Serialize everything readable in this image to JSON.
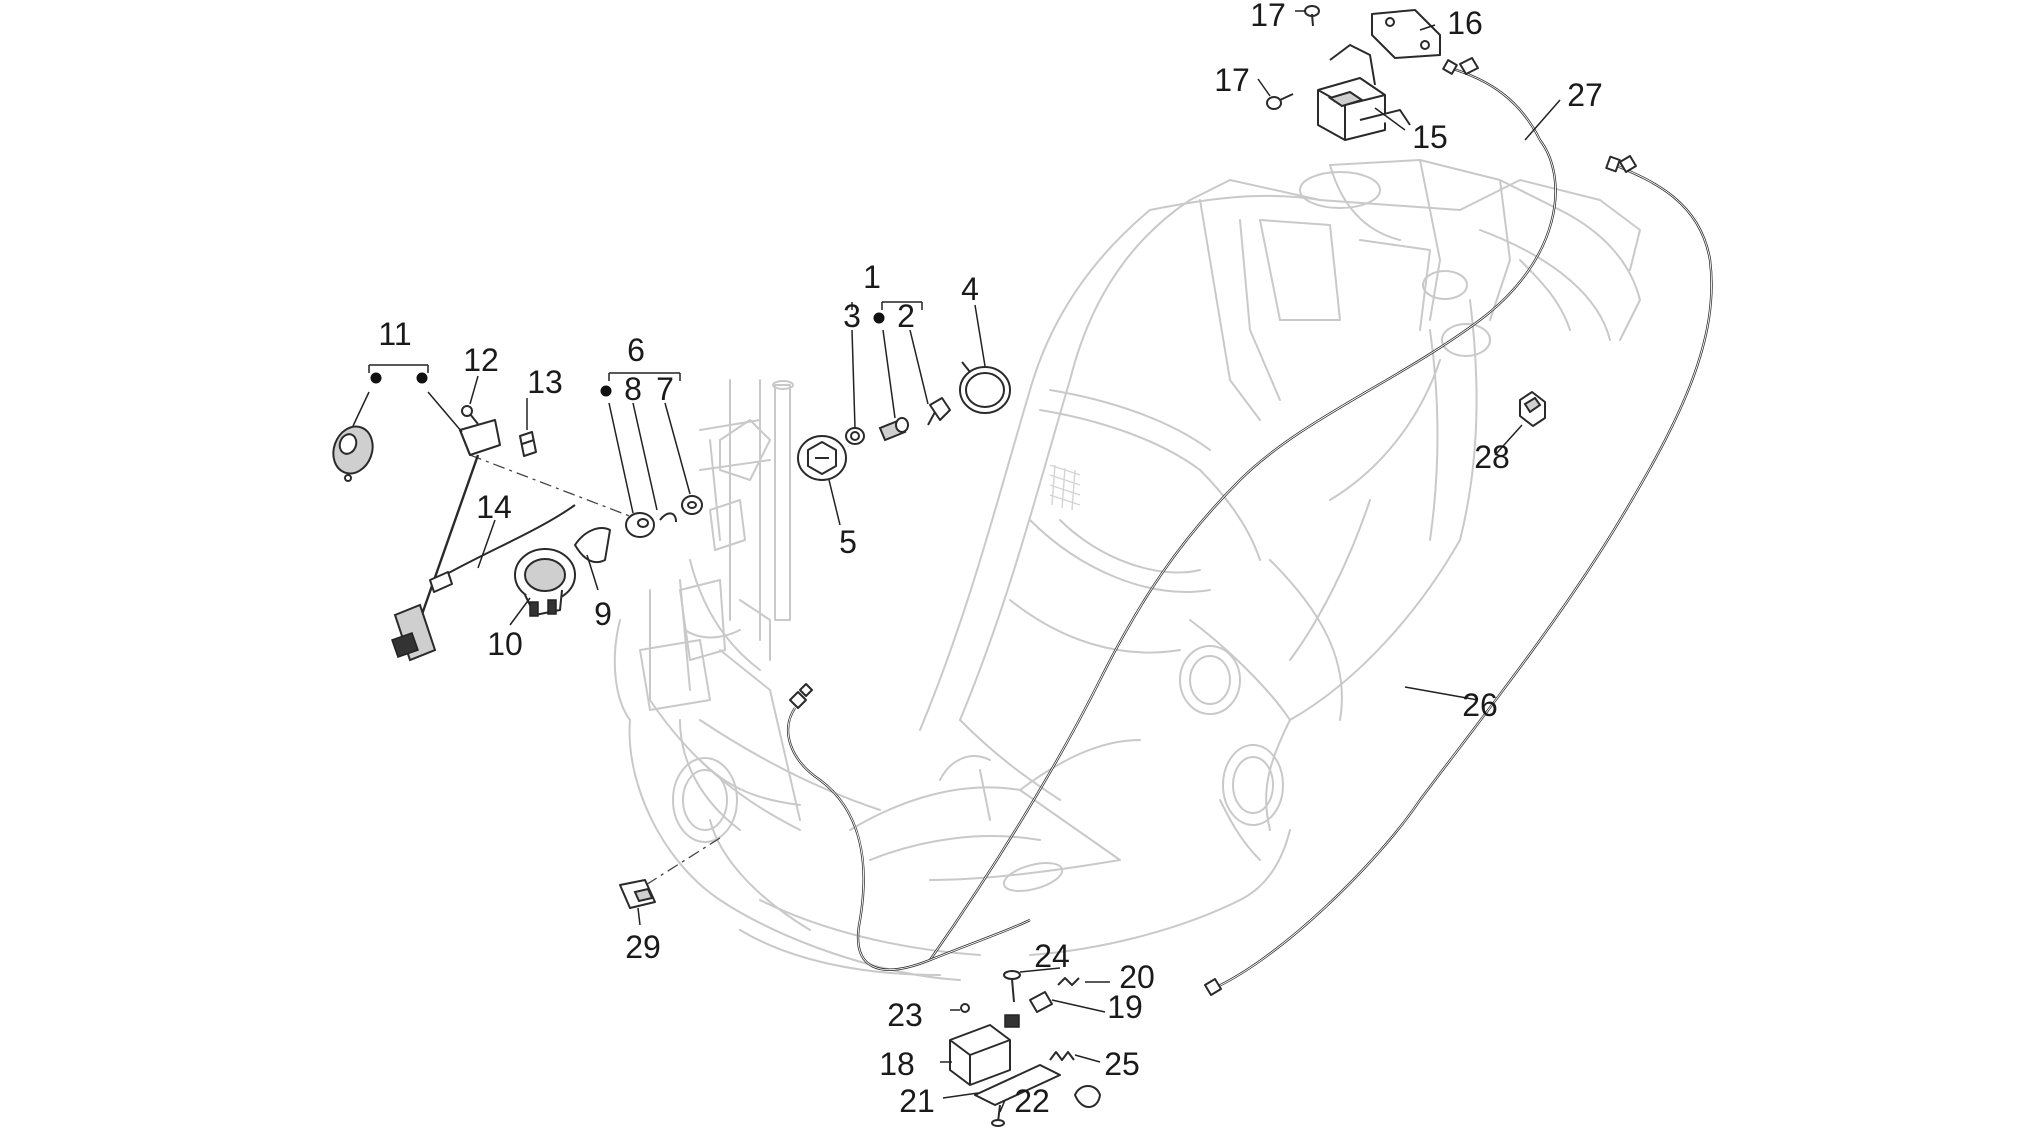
{
  "diagram": {
    "callouts": [
      "1",
      "2",
      "3",
      "4",
      "5",
      "6",
      "7",
      "8",
      "9",
      "10",
      "11",
      "12",
      "13",
      "14",
      "15",
      "16",
      "17",
      "17",
      "18",
      "19",
      "20",
      "21",
      "22",
      "23",
      "24",
      "25",
      "26",
      "27",
      "28",
      "29"
    ]
  }
}
